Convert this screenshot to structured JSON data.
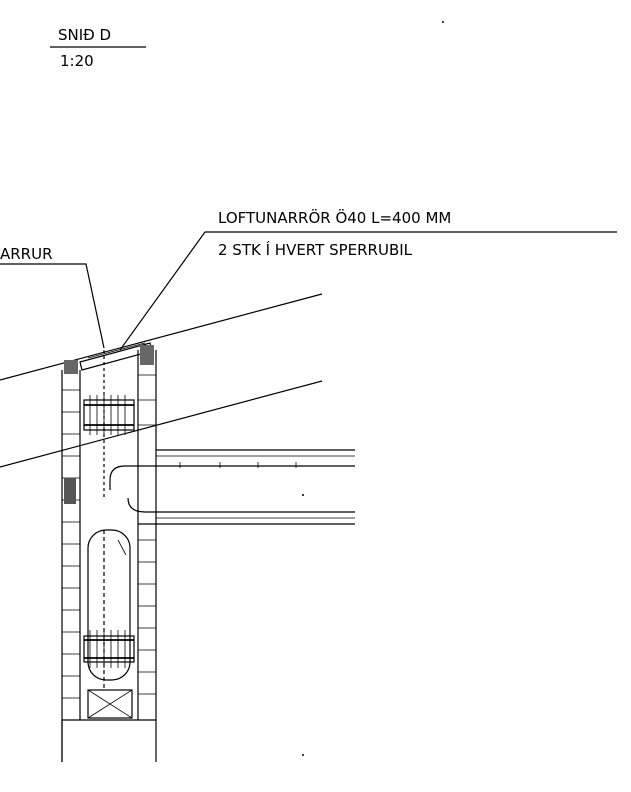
{
  "title_block": {
    "section_name": "SNIÐ D",
    "scale": "1:20"
  },
  "labels": {
    "left_label_fragment": "ARRUR",
    "vent_line1": "LOFTUNARRÖR Ö40 L=400 MM",
    "vent_line2": "2 STK Í HVERT SPERRUBIL"
  },
  "colors": {
    "ink": "#000000",
    "paper": "#ffffff"
  }
}
